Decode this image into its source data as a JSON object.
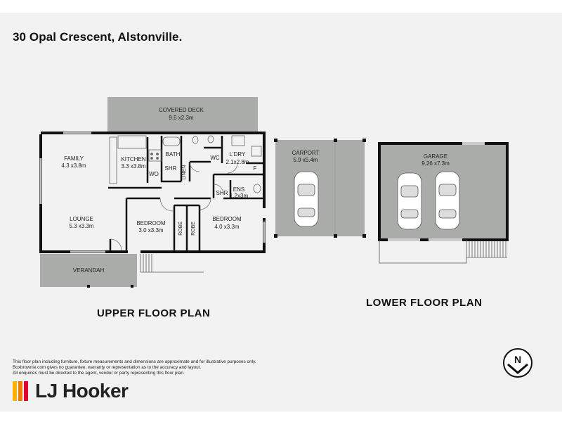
{
  "title": "30 Opal Crescent, Alstonville.",
  "upper_plan": {
    "label": "UPPER FLOOR PLAN",
    "rooms": [
      {
        "name": "COVERED DECK",
        "size": "9.5 x2.3m"
      },
      {
        "name": "FAMILY",
        "size": "4.3 x3.8m"
      },
      {
        "name": "KITCHEN",
        "size": "3.3 x3.8m"
      },
      {
        "name": "BATH"
      },
      {
        "name": "WC"
      },
      {
        "name": "L'DRY",
        "size": "2.1x2.8m"
      },
      {
        "name": "SHR"
      },
      {
        "name": "WO"
      },
      {
        "name": "LINEN"
      },
      {
        "name": "ENS",
        "size": "1.2x3m"
      },
      {
        "name": "SHR"
      },
      {
        "name": "F"
      },
      {
        "name": "LOUNGE",
        "size": "5.3 x3.3m"
      },
      {
        "name": "BEDROOM",
        "size": "3.0 x3.3m"
      },
      {
        "name": "ROBE"
      },
      {
        "name": "ROBE"
      },
      {
        "name": "BEDROOM",
        "size": "4.0 x3.3m"
      },
      {
        "name": "VERANDAH"
      }
    ]
  },
  "lower_plan": {
    "label": "LOWER FLOOR PLAN",
    "rooms": [
      {
        "name": "CARPORT",
        "size": "5.9 x5.4m"
      },
      {
        "name": "GARAGE",
        "size": "9.26 x7.3m"
      }
    ]
  },
  "disclaimer": [
    "This floor plan including furniture, fixture measurements and dimensions are approximate and for illustrative purposes only.",
    "Boxbrownie.com gives no guarantee, warranty or representation as to the accuracy and layout.",
    "All enquiries must be directed to the agent, vendor or party representing this floor plan."
  ],
  "brand": {
    "name": "LJ Hooker",
    "colors": [
      "#f7b500",
      "#ef7d00",
      "#e4002b"
    ]
  },
  "compass": {
    "letter": "N",
    "icon": "north-arrow-icon"
  },
  "colors": {
    "wall": "#111111",
    "covered_area": "#a9aca9",
    "garage_floor": "#a9aca9",
    "fixture": "#666666"
  }
}
